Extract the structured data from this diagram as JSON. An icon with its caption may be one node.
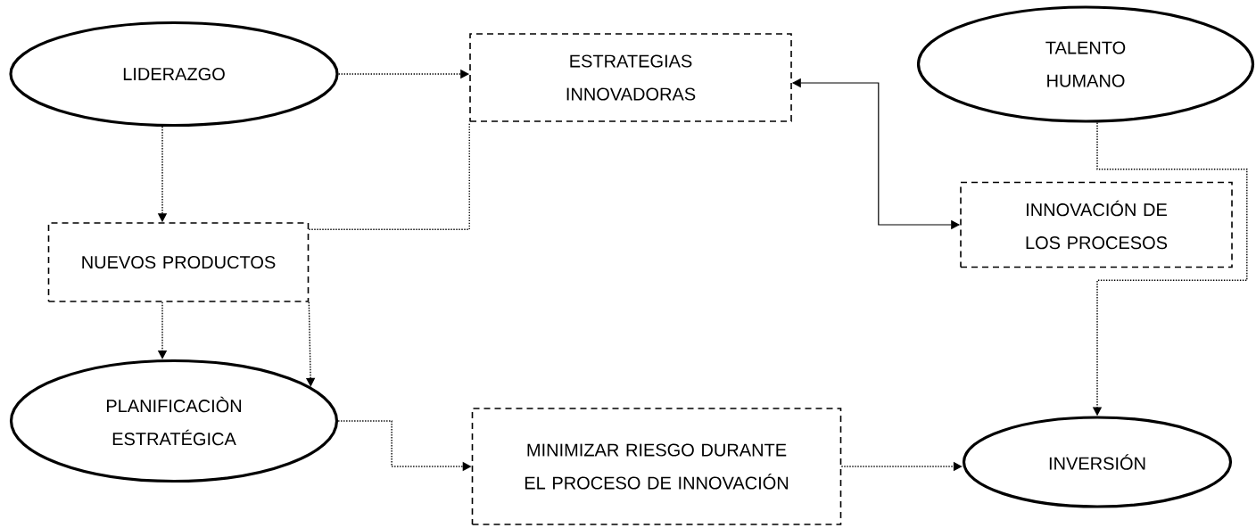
{
  "diagram": {
    "nodes": [
      {
        "text": [
          "LIDERAZGO"
        ]
      },
      {
        "text": [
          "ESTRATEGIAS INNOVADORAS"
        ]
      },
      {
        "text": [
          "TALENTO HUMANO"
        ]
      },
      {
        "text": [
          "NUEVOS PRODUCTOS"
        ]
      },
      {
        "text": [
          "INNOVACIÓN DE LOS PROCESOS"
        ]
      },
      {
        "text": [
          "PLANIFICACIÒN ESTRATÉGICA"
        ]
      },
      {
        "text": [
          "MINIMIZAR RIESGO DURANTE EL PROCESO DE INNOVACIÓN"
        ]
      },
      {
        "text": [
          "INVERSIÓN"
        ]
      }
    ],
    "edges": [
      {
        "from": 0,
        "to": 1,
        "arrow": "to",
        "style": "dashed"
      },
      {
        "from": 0,
        "to": 3,
        "arrow": "to",
        "style": "dashed"
      },
      {
        "from": 3,
        "to": 1,
        "arrow": "none",
        "style": "dashed"
      },
      {
        "from": 3,
        "to": 5,
        "arrow": "to",
        "style": "dashed"
      },
      {
        "from": 3,
        "to": 5,
        "arrow": "to",
        "style": "dashed"
      },
      {
        "from": 5,
        "to": 6,
        "arrow": "to",
        "style": "dashed"
      },
      {
        "from": 1,
        "to": 4,
        "arrow": "both"
      },
      {
        "from": 2,
        "to": 7,
        "arrow": "to",
        "style": "dashed"
      },
      {
        "from": 6,
        "to": 7,
        "arrow": "to",
        "style": "dashed"
      }
    ]
  }
}
